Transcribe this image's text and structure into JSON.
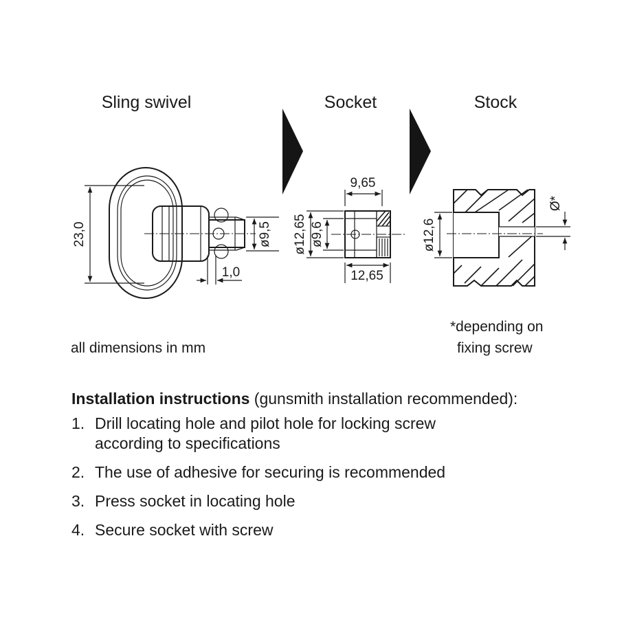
{
  "headings": {
    "sling_swivel": "Sling swivel",
    "socket": "Socket",
    "stock": "Stock"
  },
  "dimensions": {
    "swivel_height": "23,0",
    "swivel_diameter": "ø9,5",
    "swivel_offset": "1,0",
    "socket_top_length": "9,65",
    "socket_outer_diameter": "ø12,65",
    "socket_inner_diameter": "ø9,6",
    "socket_bottom_length": "12,65",
    "stock_hole_diameter": "ø12,6",
    "stock_screw_diameter": "Ø*"
  },
  "notes": {
    "units": "all dimensions in mm",
    "footnote_line1": "*depending on",
    "footnote_line2": "fixing screw"
  },
  "instructions": {
    "title_bold": "Installation instructions",
    "title_rest": " (gunsmith installation recommended):",
    "steps": [
      {
        "num": "1.",
        "text": "Drill locating hole and pilot hole for locking screw according to specifications"
      },
      {
        "num": "2.",
        "text": "The use of adhesive for securing is recommended"
      },
      {
        "num": "3.",
        "text": "Press socket in locating hole"
      },
      {
        "num": "4.",
        "text": "Secure socket with screw"
      }
    ]
  }
}
